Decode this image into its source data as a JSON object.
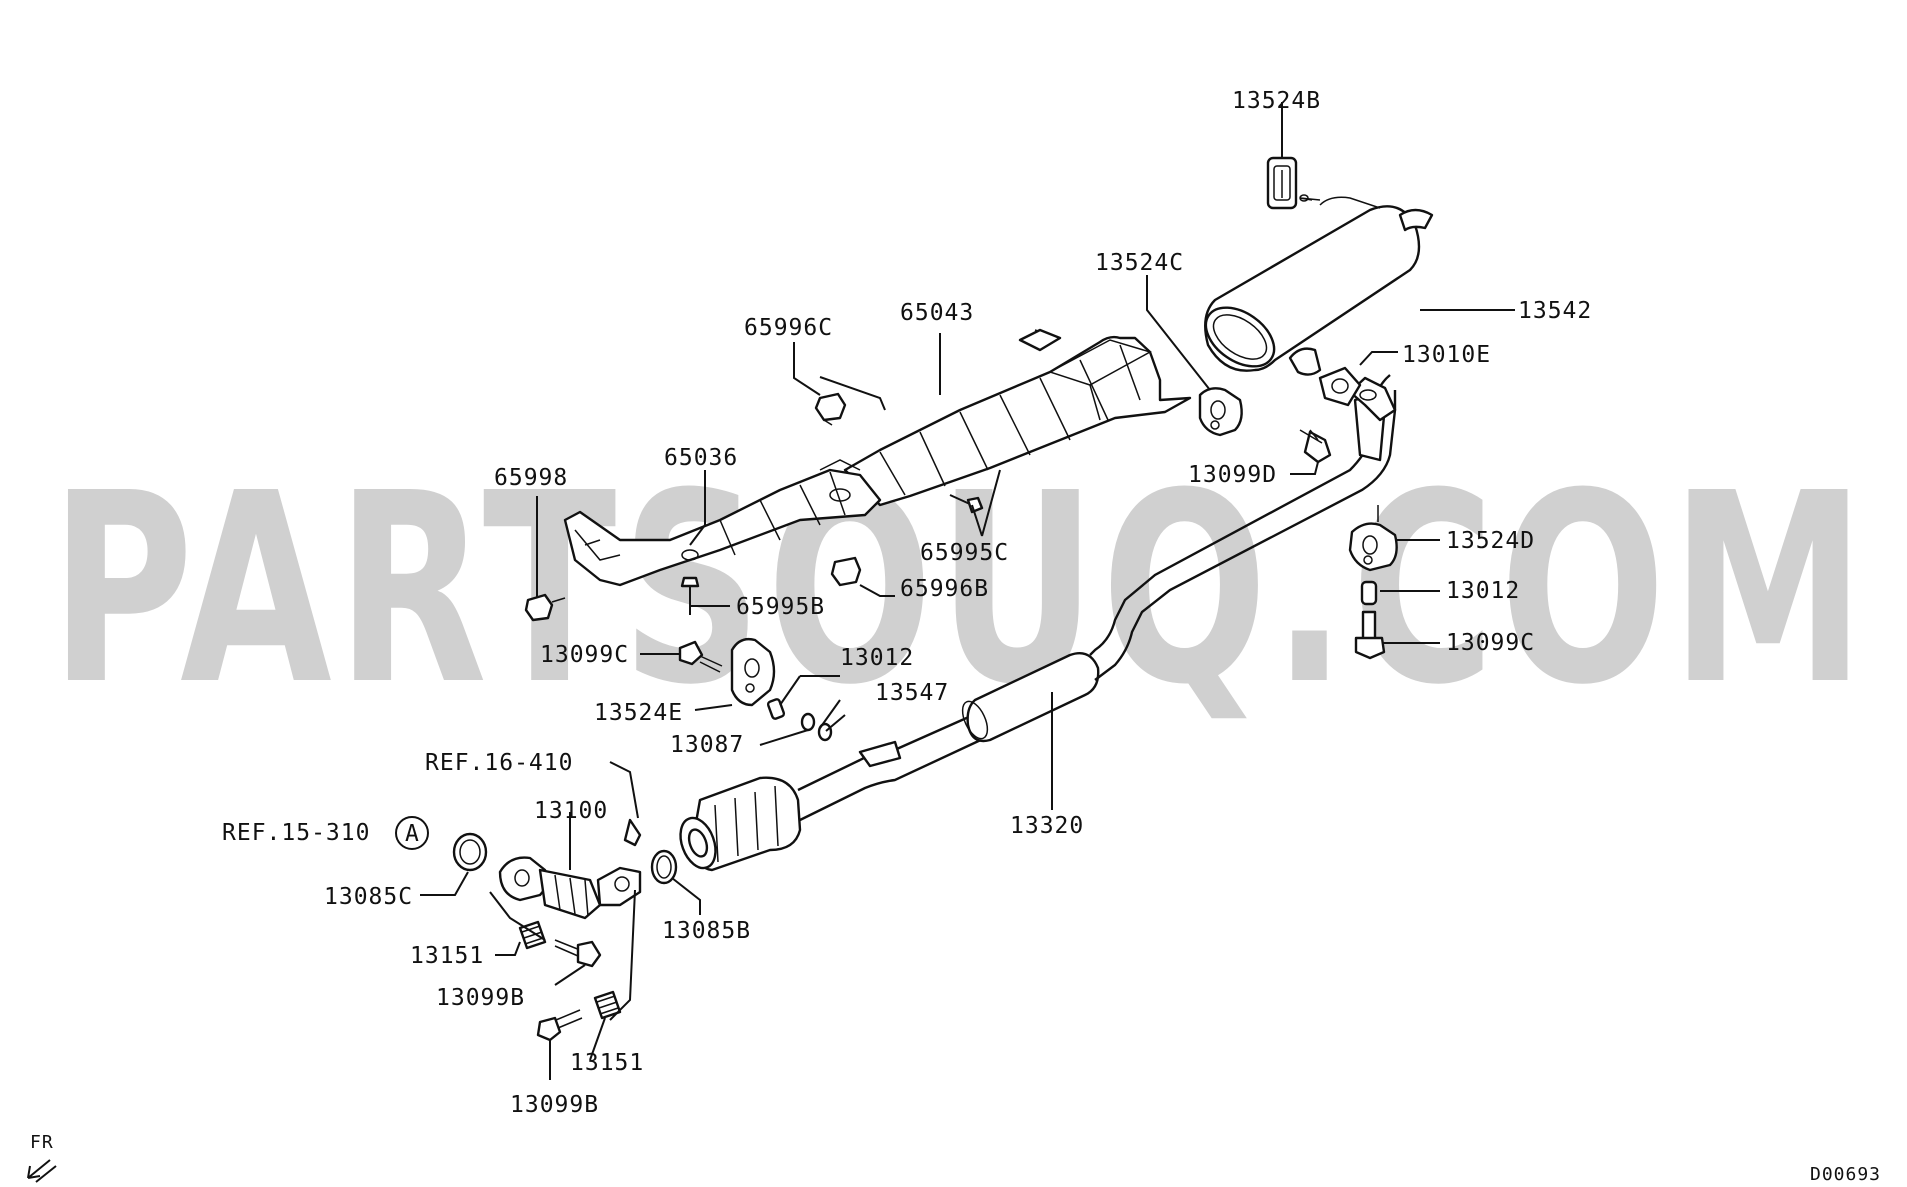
{
  "watermark": "PARTSOUQ.COM",
  "diagram_code": "D00693",
  "direction_label": "FR",
  "circle_ref": "A",
  "labels": {
    "p13524B": "13524B",
    "p13524C": "13524C",
    "p13542": "13542",
    "p13010E": "13010E",
    "p13099D": "13099D",
    "p13524D": "13524D",
    "p13012_r": "13012",
    "p13099C_r": "13099C",
    "p65996C": "65996C",
    "p65043": "65043",
    "p65036": "65036",
    "p65998": "65998",
    "p65995C": "65995C",
    "p65996B": "65996B",
    "p65995B": "65995B",
    "p13099C_l": "13099C",
    "p13012_l": "13012",
    "p13547": "13547",
    "p13524E": "13524E",
    "p13087": "13087",
    "ref16": "REF.16-410",
    "p13100": "13100",
    "ref15": "REF.15-310",
    "p13085C": "13085C",
    "p13085B": "13085B",
    "p13320": "13320",
    "p13151_a": "13151",
    "p13099B_a": "13099B",
    "p13151_b": "13151",
    "p13099B_b": "13099B"
  }
}
